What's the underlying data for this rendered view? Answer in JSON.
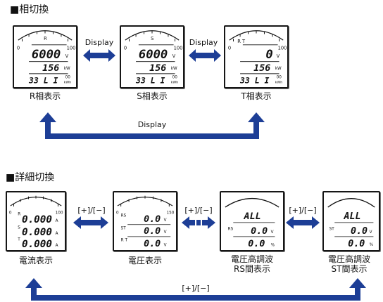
{
  "section1": {
    "title": "■相切換",
    "link_label": "Display",
    "return_label": "Display",
    "meters": [
      {
        "caption": "R相表示",
        "scale_label": "R",
        "line1": "6000",
        "unit1": "V",
        "line2": "156",
        "unit2": "kW",
        "line3": "33 L I",
        "unit3": "kWh",
        "suffix": "00",
        "end_left": "0",
        "end_right": "100"
      },
      {
        "caption": "S相表示",
        "scale_label": "S",
        "line1": "6000",
        "unit1": "V",
        "line2": "156",
        "unit2": "kW",
        "line3": "33 L I",
        "unit3": "kWh",
        "suffix": "00",
        "end_left": "0",
        "end_right": "100"
      },
      {
        "caption": "T相表示",
        "scale_label": "R T",
        "line1": "0",
        "unit1": "V",
        "line2": "156",
        "unit2": "kW",
        "line3": "33 L I",
        "unit3": "kWh",
        "suffix": "00",
        "end_left": "0",
        "end_right": "100"
      }
    ]
  },
  "section2": {
    "title": "■詳細切換",
    "link_label": "[+]/[−]",
    "return_label": "[+]/[−]",
    "meters": [
      {
        "caption": "電流表示",
        "rows": [
          {
            "tag": "R",
            "value": "0.000",
            "unit": "A"
          },
          {
            "tag": "S",
            "value": "0.000",
            "unit": "A"
          },
          {
            "tag": "T",
            "value": "0.000",
            "unit": "A"
          }
        ],
        "end_left": "0",
        "end_right": "100"
      },
      {
        "caption": "電圧表示",
        "rows": [
          {
            "tag": "RS",
            "value": "0.0",
            "unit": "V"
          },
          {
            "tag": "ST",
            "value": "0.0",
            "unit": "V"
          },
          {
            "tag": "R T",
            "value": "0.0",
            "unit": "V"
          }
        ],
        "end_left": "0",
        "end_right": "150"
      },
      {
        "caption_line1": "電圧高調波",
        "caption_line2": "RS間表示",
        "top": "ALL",
        "tag": "RS",
        "rows": [
          {
            "value": "0.0",
            "unit": "V"
          },
          {
            "value": "0.0",
            "unit": "%"
          }
        ]
      },
      {
        "caption_line1": "電圧高調波",
        "caption_line2": "ST間表示",
        "top": "ALL",
        "tag": "ST",
        "rows": [
          {
            "value": "0.0",
            "unit": "V"
          },
          {
            "value": "0.0",
            "unit": "%"
          }
        ]
      }
    ]
  },
  "colors": {
    "arrow": "#1d3e96",
    "frame": "#161616"
  }
}
